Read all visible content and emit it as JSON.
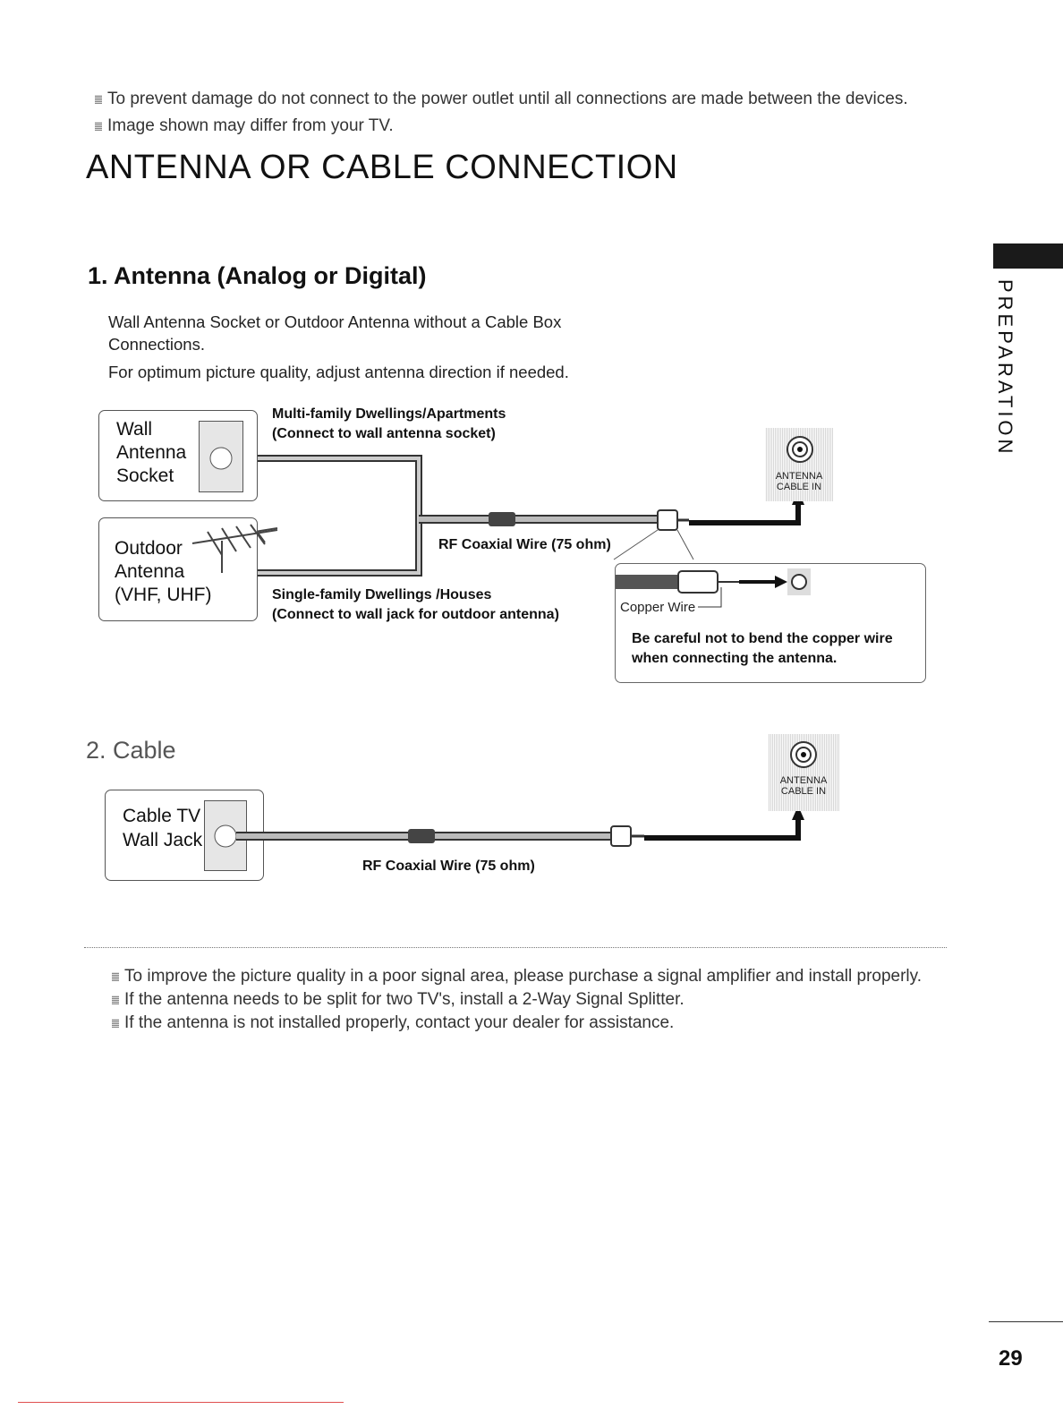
{
  "top_notes": [
    "To prevent damage do not connect to the power outlet until all connections are made between the devices.",
    "Image shown may differ from your TV."
  ],
  "title": "ANTENNA OR CABLE CONNECTION",
  "antenna": {
    "heading": "1. Antenna (Analog or Digital)",
    "desc_line1": "Wall Antenna Socket or Outdoor Antenna without a Cable Box",
    "desc_line2": "Connections.",
    "desc_line3": "For optimum picture quality, adjust antenna direction if needed.",
    "wall_box": [
      "Wall",
      "Antenna",
      "Socket"
    ],
    "outdoor_box": [
      "Outdoor",
      "Antenna",
      "(VHF, UHF)"
    ],
    "multi_family_1": "Multi-family Dwellings/Apartments",
    "multi_family_2": "(Connect to wall antenna socket)",
    "single_family_1": "Single-family Dwellings /Houses",
    "single_family_2": "(Connect to wall jack for outdoor antenna)",
    "rf_wire": "RF Coaxial Wire (75 ohm)",
    "port_label_1": "ANTENNA",
    "port_label_2": "CABLE IN",
    "copper_wire": "Copper Wire",
    "caution_1": "Be careful not to bend the copper wire",
    "caution_2": "when connecting the antenna."
  },
  "cable": {
    "heading": "2. Cable",
    "jack_box": [
      "Cable TV",
      "Wall Jack"
    ],
    "rf_wire": "RF Coaxial Wire (75 ohm)",
    "port_label_1": "ANTENNA",
    "port_label_2": "CABLE IN"
  },
  "bottom_notes": [
    "To improve the picture quality in a poor signal area, please purchase a signal amplifier and install properly.",
    "If the antenna needs to be split for two TV's, install a 2-Way Signal Splitter.",
    "If the antenna is not installed properly, contact your dealer for assistance."
  ],
  "side_tab": "PREPARATION",
  "page_number": "29",
  "colors": {
    "accent_tab": "#1a1a1a",
    "footer_rule": "#e05050"
  }
}
